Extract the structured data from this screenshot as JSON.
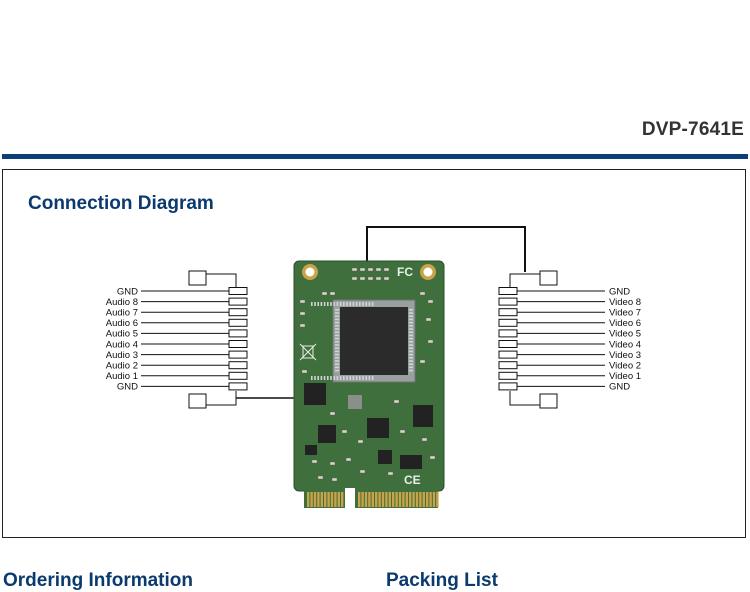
{
  "header": {
    "product_code": "DVP-7641E"
  },
  "diagram": {
    "title": "Connection Diagram",
    "board": {
      "silkscreen_fc": "FC",
      "silkscreen_ce": "CE"
    },
    "audio_pins": [
      "GND",
      "Audio 8",
      "Audio 7",
      "Audio 6",
      "Audio 5",
      "Audio 4",
      "Audio 3",
      "Audio 2",
      "Audio 1",
      "GND"
    ],
    "video_pins": [
      "GND",
      "Video 8",
      "Video 7",
      "Video 6",
      "Video 5",
      "Video 4",
      "Video 3",
      "Video 2",
      "Video 1",
      "GND"
    ]
  },
  "sections": {
    "ordering_title": "Ordering Information",
    "packing_title": "Packing List"
  },
  "colors": {
    "accent": "#0a3f7a",
    "title": "#0b3a6e",
    "pcb": "#3f6f3c",
    "gold": "#c9a24a"
  }
}
